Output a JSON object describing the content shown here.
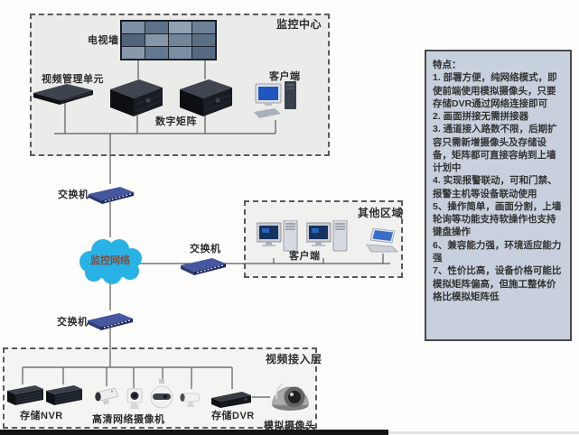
{
  "monitor_center": {
    "label": "监控中心",
    "tv_wall_label": "电视墙",
    "vmu_label": "视频管理单元",
    "matrix_label": "数字矩阵",
    "client_label": "客户端"
  },
  "network": {
    "switch_label": "交换机",
    "cloud_label": "监控网络"
  },
  "other_area": {
    "label": "其他区域",
    "client_label": "客户端"
  },
  "access_layer": {
    "label": "视频接入层",
    "nvr_label": "存储NVR",
    "ipc_label": "高清网络摄像机",
    "dvr_label": "存储DVR",
    "analog_label": "模拟摄像头"
  },
  "features_panel": {
    "title": "特点：",
    "items": [
      "1. 部署方便，纯网络模式，即使前端使用模拟摄像头，只要存储DVR通过网络连接即可",
      "2. 画面拼接无需拼接器",
      "3. 通道接入路数不限，后期扩容只需新增摄像头及存储设备，矩阵都可直接容纳到上墙计划中",
      "4. 实现报警联动，可和门禁、报警主机等设备联动使用",
      "5、操作简单，画面分割，上墙轮询等功能支持软操作也支持键盘操作",
      "6、兼容能力强，环境适应能力强",
      "7、性价比高，设备价格可能比模拟矩阵偏高，但施工整体价格比模拟矩阵低"
    ]
  },
  "icons": {
    "tv_wall": "monitor-wall-grid",
    "rack_server": "1u-rack-server",
    "matrix_server": "3u-black-server",
    "desktop_pc": "desktop-with-tower-keyboard",
    "laptop": "laptop",
    "switch": "blue-network-switch",
    "cloud": "network-cloud",
    "nvr": "storage-nvr-rack",
    "bullet_camera": "bullet-ip-camera",
    "mini_camera": "mini-ip-camera",
    "ptz_camera": "ptz-ball-camera",
    "small_bullet_camera": "small-bullet-camera",
    "dvr": "storage-dvr-box",
    "dome_camera": "analog-dome-camera"
  },
  "colors": {
    "cloud": "#29b2e6",
    "cloud_text": "#7d4f42",
    "switch_body": "#46569f",
    "panel_bg": "#c7d0dc",
    "panel_border": "#4a4a4a",
    "screen_blue": "#2156c0",
    "line": "#5a5a5a"
  }
}
